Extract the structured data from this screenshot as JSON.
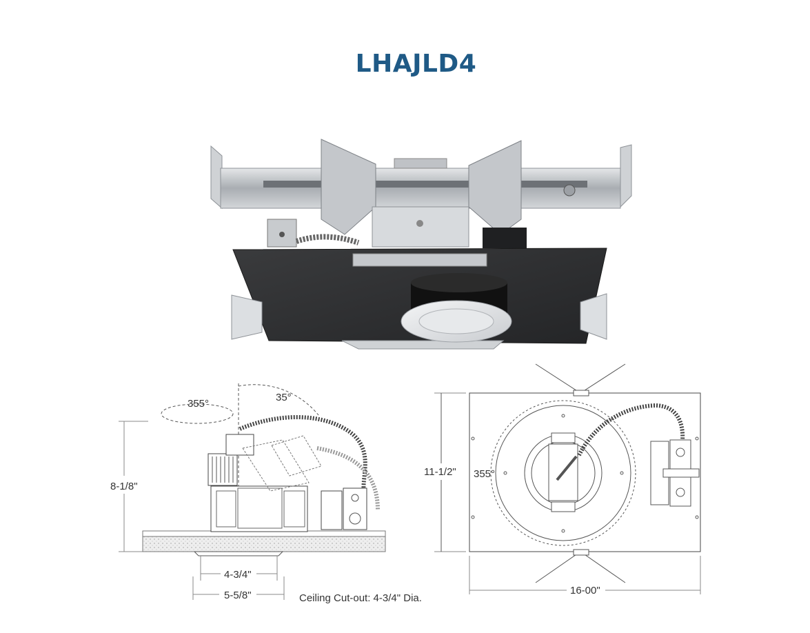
{
  "title": "LHAJLD4",
  "side_view": {
    "rotation_label": "355°",
    "tilt_label": "35°",
    "height_label": "8-1/8\"",
    "aperture_label": "4-3/4\"",
    "overall_label": "5-5/8\""
  },
  "plan_view": {
    "height_label": "11-1/2\"",
    "rotation_label": "355°",
    "width_label": "16-00\""
  },
  "note": "Ceiling Cut-out: 4-3/4\" Dia.",
  "colors": {
    "title": "#1f5a86",
    "line": "#555555",
    "dim_line": "#888888",
    "panel": "#2e2f31",
    "metal": "#b9bcc0"
  }
}
